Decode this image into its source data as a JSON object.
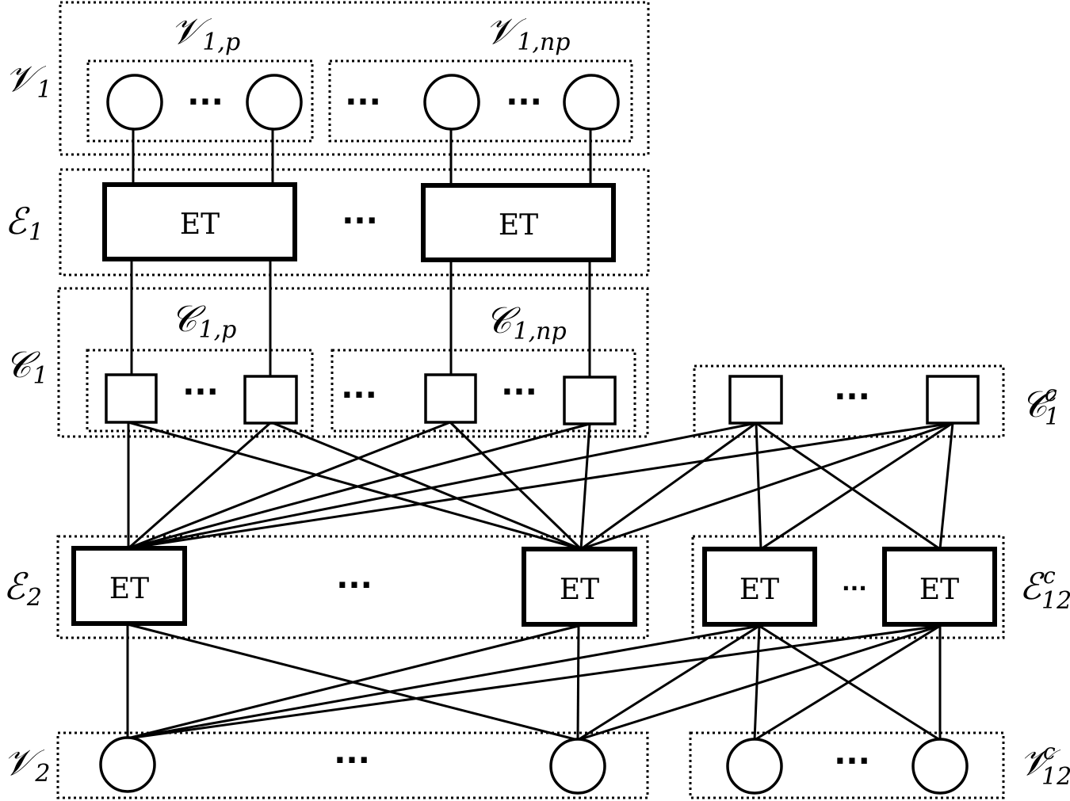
{
  "labels": {
    "v1": {
      "main": "𝒱",
      "sub": "1",
      "sup": ""
    },
    "v1p": {
      "main": "𝒱",
      "sub": "1,p",
      "sup": ""
    },
    "v1np": {
      "main": "𝒱",
      "sub": "1,np",
      "sup": ""
    },
    "e1": {
      "main": "ℰ",
      "sub": "1",
      "sup": ""
    },
    "c1": {
      "main": "𝒞",
      "sub": "1",
      "sup": ""
    },
    "c1p": {
      "main": "𝒞",
      "sub": "1,p",
      "sup": ""
    },
    "c1np": {
      "main": "𝒞",
      "sub": "1,np",
      "sup": ""
    },
    "c1c": {
      "main": "𝒞",
      "sub": "1",
      "sup": "c"
    },
    "e2": {
      "main": "ℰ",
      "sub": "2",
      "sup": ""
    },
    "e12c": {
      "main": "ℰ",
      "sub": "12",
      "sup": "c"
    },
    "v2": {
      "main": "𝒱",
      "sub": "2",
      "sup": ""
    },
    "v12c": {
      "main": "𝒱",
      "sub": "12",
      "sup": "c"
    }
  },
  "et_label": "ET",
  "ellipsis": "···",
  "ellipsis_small": "···"
}
